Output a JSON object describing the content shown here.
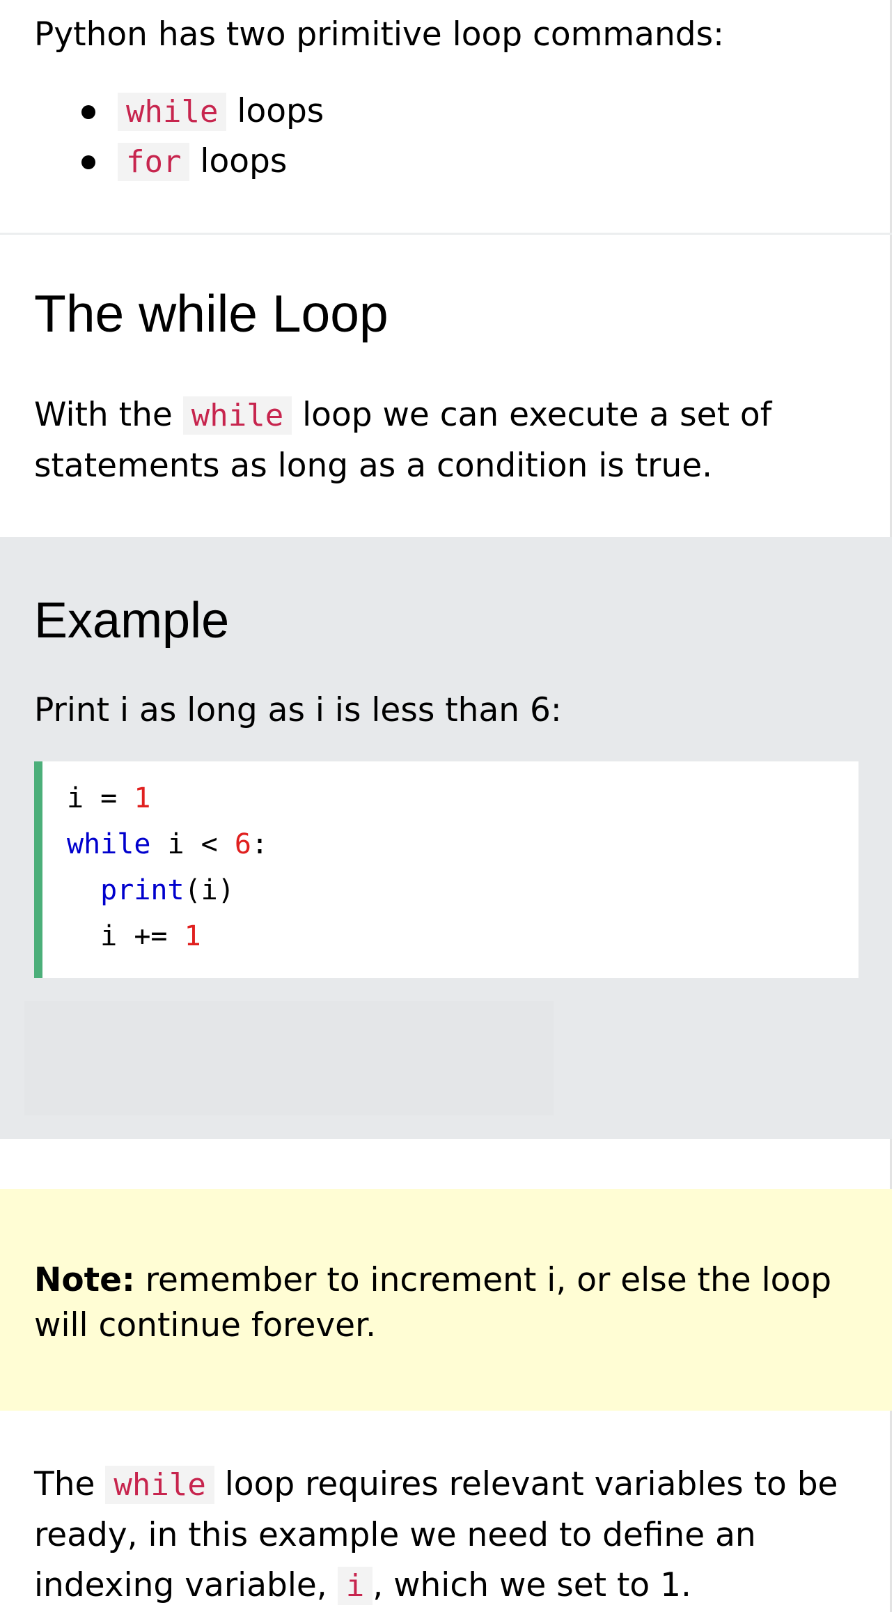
{
  "intro": {
    "text": "Python has two primitive loop commands:",
    "loops": [
      {
        "code": "while",
        "suffix": " loops"
      },
      {
        "code": "for",
        "suffix": " loops"
      }
    ]
  },
  "section": {
    "title": "The while Loop",
    "desc_before": "With the ",
    "desc_code": "while",
    "desc_after": " loop we can execute a set of statements as long as a condition is true."
  },
  "example": {
    "title": "Example",
    "subtitle": "Print i as long as i is less than 6:",
    "code_lines": [
      [
        {
          "t": "i = ",
          "c": "plain"
        },
        {
          "t": "1",
          "c": "num"
        }
      ],
      [
        {
          "t": "while",
          "c": "kw"
        },
        {
          "t": " i < ",
          "c": "plain"
        },
        {
          "t": "6",
          "c": "num"
        },
        {
          "t": ":",
          "c": "plain"
        }
      ],
      [
        {
          "t": "  ",
          "c": "plain"
        },
        {
          "t": "print",
          "c": "kw"
        },
        {
          "t": "(i)",
          "c": "plain"
        }
      ],
      [
        {
          "t": "  i += ",
          "c": "plain"
        },
        {
          "t": "1",
          "c": "num"
        }
      ]
    ]
  },
  "note": {
    "label": "Note:",
    "text": " remember to increment i, or else the loop will continue forever."
  },
  "tail": {
    "before": "The ",
    "code1": "while",
    "middle": " loop requires relevant variables to be ready, in this example we need to define an indexing variable, ",
    "code2": "i",
    "after": ", which we set to 1."
  },
  "colors": {
    "inline_code": "#c7254e",
    "keyword": "#0000cd",
    "number": "#e0201f",
    "example_bg": "#e7e9eb",
    "note_bg": "#fffdd4",
    "code_border": "#4caf7a"
  }
}
